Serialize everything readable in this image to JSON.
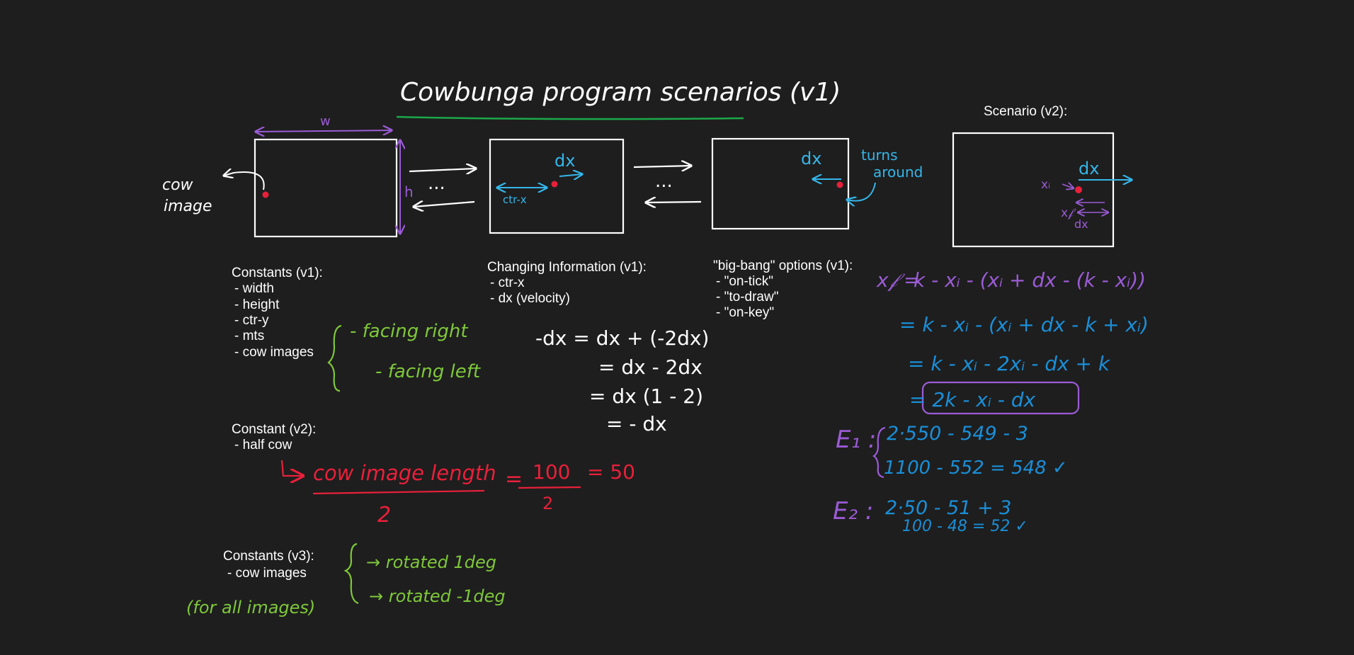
{
  "title": "Cowbunga program scenarios (v1)",
  "scenario_v2_heading": "Scenario (v2):",
  "sketch_labels": {
    "cow_line1": "cow",
    "cow_line2": "image",
    "w": "w",
    "h": "h",
    "ellipsis": "...",
    "dx": "dx",
    "ctr_x": "ctr-x",
    "turns_line1": "turns",
    "turns_line2": "around",
    "xi": "xᵢ",
    "xf": "x𝒻",
    "dx_small": "dx"
  },
  "constants_v1": {
    "heading": "Constants (v1):",
    "items": [
      "- width",
      "- height",
      "- ctr-y",
      "- mts",
      "- cow images"
    ],
    "notes": [
      "- facing right",
      "- facing left"
    ]
  },
  "changing_v1": {
    "heading": "Changing Information (v1):",
    "items": [
      "- ctr-x",
      "- dx (velocity)"
    ]
  },
  "bigbang_v1": {
    "heading": "\"big-bang\" options (v1):",
    "items": [
      "- \"on-tick\"",
      "- \"to-draw\"",
      "- \"on-key\""
    ]
  },
  "dx_derivation": [
    "-dx = dx + (-2dx)",
    "= dx - 2dx",
    "= dx (1 - 2)",
    "= - dx"
  ],
  "constant_v2": {
    "heading": "Constant (v2):",
    "items": [
      "- half cow"
    ]
  },
  "half_cow_formula": {
    "arrow": "↳",
    "numerator": "cow image length",
    "denominator": "2",
    "eq1": "=",
    "mid_numerator": "100",
    "mid_denominator": "2",
    "result": "= 50"
  },
  "constants_v3": {
    "heading": "Constants (v3):",
    "items": [
      "- cow images"
    ],
    "notes": [
      "→ rotated 1deg",
      "→ rotated -1deg"
    ],
    "aside": "(for all images)"
  },
  "xf_derivation": {
    "line1_lhs": "x𝒻 =",
    "line1_rhs": "k - xᵢ - (xᵢ + dx - (k - xᵢ))",
    "line2": "= k - xᵢ - (xᵢ + dx - k + xᵢ)",
    "line3": "= k - xᵢ - 2xᵢ - dx + k",
    "line4": "= 2k - xᵢ - dx"
  },
  "examples": {
    "e1_label": "E₁ :",
    "e1_line1": "2·550 - 549 - 3",
    "e1_line2": "1100 - 552 = 548 ✓",
    "e2_label": "E₂ :",
    "e2_line1": "2·50 - 51 + 3",
    "e2_line2": "100 - 48 = 52 ✓"
  },
  "colors": {
    "background": "#1e1e1e",
    "ink": "#ffffff",
    "green": "#7ec83a",
    "underline_green": "#1ba84a",
    "red": "#e8203a",
    "blue": "#1a8fd8",
    "cyan": "#35b6ea",
    "purple": "#9b5bd6"
  }
}
